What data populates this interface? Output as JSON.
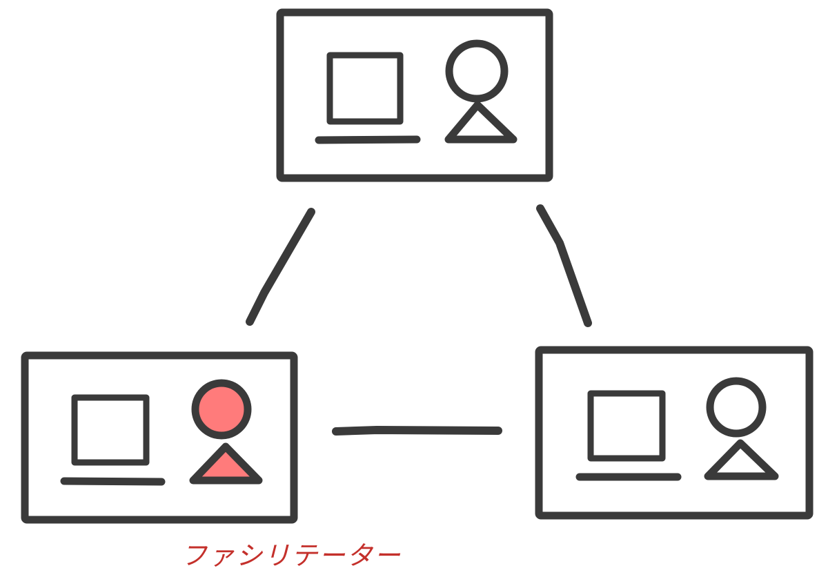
{
  "nodes": [
    {
      "id": "top",
      "role": "participant",
      "highlight": false
    },
    {
      "id": "bottom-left",
      "role": "facilitator",
      "highlight": true
    },
    {
      "id": "bottom-right",
      "role": "participant",
      "highlight": false
    }
  ],
  "connections": [
    {
      "from": "top",
      "to": "bottom-left"
    },
    {
      "from": "top",
      "to": "bottom-right"
    },
    {
      "from": "bottom-left",
      "to": "bottom-right"
    }
  ],
  "labels": {
    "facilitator": "ファシリテーター"
  },
  "colors": {
    "stroke": "#3a3a3a",
    "highlight_fill": "#ff7b7b",
    "label": "#c4302b",
    "background": "#ffffff"
  },
  "icons": [
    "laptop-icon",
    "person-icon"
  ]
}
